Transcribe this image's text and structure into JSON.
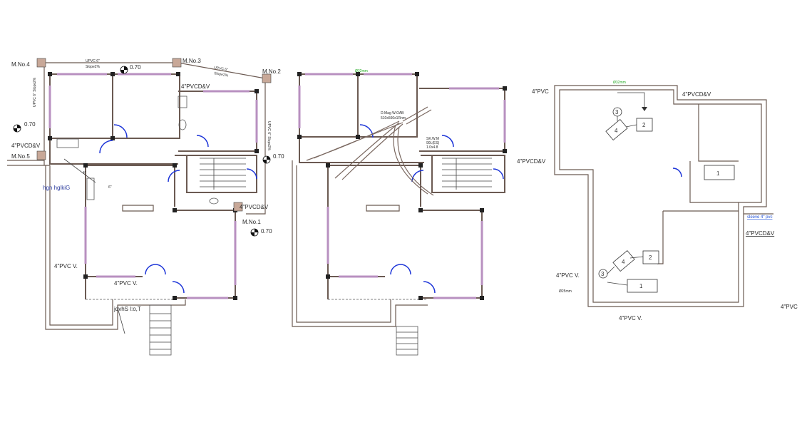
{
  "plan_left": {
    "markers": {
      "m1": "M.No.1",
      "m2": "M.No.2",
      "m3": "M.No.3",
      "m4": "M.No.4",
      "m5": "M.No.5"
    },
    "levels": {
      "top": "0.70",
      "left": "0.70",
      "right": "0.70",
      "bottom": "0.70"
    },
    "pipes": {
      "top_upvc": "UPVC 6\"",
      "top_slope": "Slope2%",
      "top_right_upvc": "UPVC 6\"",
      "top_right_slope": "Slope2%",
      "left_vertical": "UPVC 6\" Slope2%",
      "right_vertical": "UPVC 6\" Slope2%",
      "pvcdv_top": "4\"PVCD&V",
      "pvcdv_left": "4\"PVCD&V",
      "pvcdv_right": "4\"PVCD&V",
      "pvc_v_left": "4\"PVC  V.",
      "pvc_v_bottom": "4\"PVC  V.",
      "small_4": "4\"",
      "small_6": "6\""
    },
    "notes": {
      "mirrored_1": "hgn hglkiG",
      "mirrored_2": "jdvhS l:o,T"
    }
  },
  "plan_middle": {
    "top_label": "Ø32mm",
    "tank_label_1": "D.Mag W.OAB",
    "tank_label_2": "510x560x1Rnm",
    "soak_label_1": "SK.W.M",
    "soak_label_2": "90L(ES)",
    "soak_label_3": "1.0x4.8"
  },
  "plan_right": {
    "top_label": "Ø32mm",
    "pipes": {
      "top_left": "4\"PVC",
      "top_right": "4\"PVCD&V",
      "left": "4\"PVCD&V",
      "right_sleeve": "sleeve 4\" pvc",
      "right": "4\"PVCD&V",
      "lower_left": "4\"PVC  V.",
      "bottom": "4\"PVC  V.",
      "far_right": "4\"PVC"
    },
    "size_note": "Ø25mm",
    "boxes": {
      "upper_circle": "3",
      "upper_diamond": "4",
      "upper_square": "2",
      "mid_box": "1",
      "lower_circle": "3",
      "lower_diamond": "4",
      "lower_square": "2",
      "lower_box": "1"
    }
  },
  "colors": {
    "wall": "#6b5a52",
    "window": "#b890c0",
    "door": "#1d35d8",
    "annotation_green": "#22aa22",
    "annotation_blue": "#1f4fd6"
  }
}
